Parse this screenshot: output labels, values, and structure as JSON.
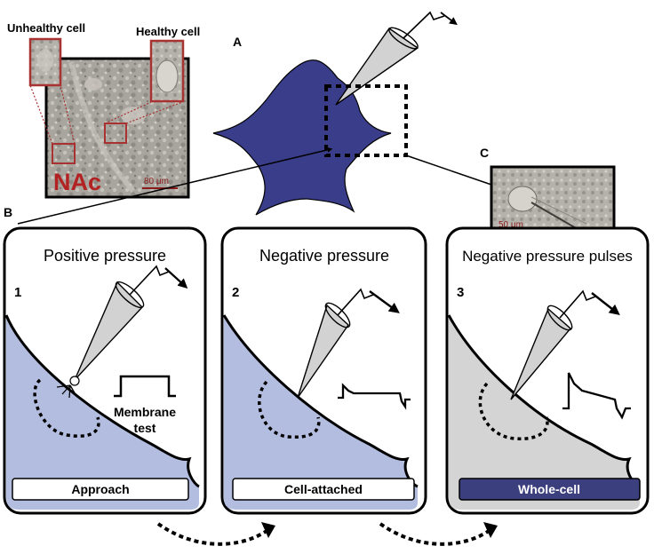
{
  "figure": {
    "panel_labels": {
      "a": "A",
      "b": "B",
      "c": "C"
    },
    "micrograph_nac": {
      "region_label": "NAc",
      "scale_bar": "80 μm",
      "inset_left_label": "Unhealthy cell",
      "inset_right_label": "Healthy cell"
    },
    "micrograph_c": {
      "scale_bar": "50 μm"
    },
    "steps": [
      {
        "number": "1",
        "title": "Positive pressure",
        "stage": "Approach",
        "note_line1": "Membrane",
        "note_line2": "test"
      },
      {
        "number": "2",
        "title": "Negative pressure",
        "stage": "Cell-attached"
      },
      {
        "number": "3",
        "title": "Negative pressure pulses",
        "stage": "Whole-cell"
      }
    ],
    "colors": {
      "neuron_fill": "#3a3d8a",
      "cell_blue": "#b3bde0",
      "cell_gray": "#d4d4d4",
      "pipette": "#d2d2d2",
      "inset_border": "#a83232",
      "nac_text": "#b22222",
      "whole_cell_button": "#3b3f7e"
    }
  }
}
